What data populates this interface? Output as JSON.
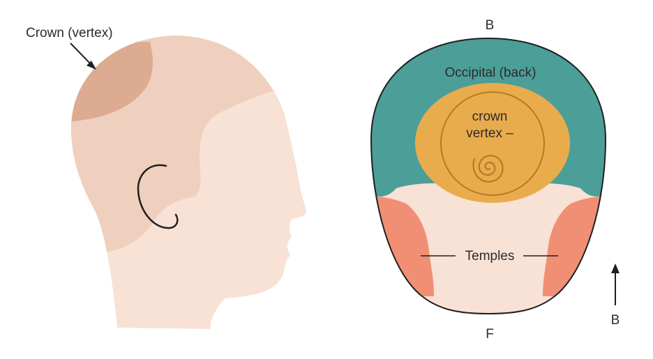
{
  "side_view": {
    "crown_label": "Crown (vertex)"
  },
  "top_view": {
    "back_marker": "B",
    "front_marker": "F",
    "occipital_label": "Occipital (back)",
    "crown_label_line1": "crown",
    "crown_label_line2": "vertex –",
    "temples_label": "Temples"
  },
  "orientation": {
    "label": "B"
  },
  "colors": {
    "skin_light": "#f8e1d5",
    "skin_mid": "#efcfbd",
    "skin_dark": "#dcab91",
    "occipital": "#4c9e98",
    "crown": "#e9ac4c",
    "crown_outline": "#b57a23",
    "temples": "#f18f75",
    "outline": "#1f1f1f"
  }
}
